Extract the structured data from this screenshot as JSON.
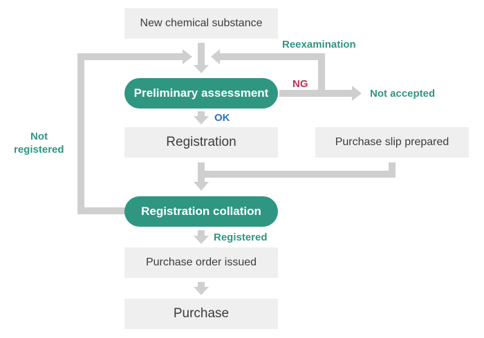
{
  "nodes": {
    "new_substance": "New chemical substance",
    "preliminary_assessment": "Preliminary assessment",
    "registration": "Registration",
    "purchase_slip": "Purchase slip prepared",
    "registration_collation": "Registration collation",
    "purchase_order": "Purchase order issued",
    "purchase": "Purchase"
  },
  "labels": {
    "reexamination": "Reexamination",
    "ng": "NG",
    "not_accepted": "Not accepted",
    "ok": "OK",
    "not_registered_1": "Not",
    "not_registered_2": "registered",
    "registered": "Registered"
  },
  "colors": {
    "teal": "#2f9682",
    "ng_red": "#c0304f",
    "ok_blue": "#2a73c8",
    "box_fill": "#efefef",
    "connector": "#cfcfcf"
  }
}
